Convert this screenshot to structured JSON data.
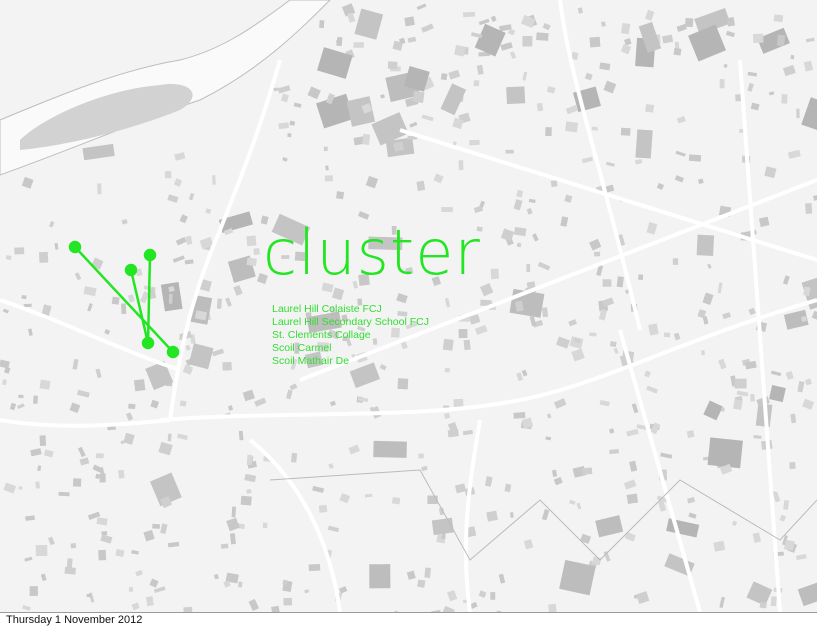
{
  "slide": {
    "title": "cluster",
    "schools": [
      "Laurel Hill Colaiste FCJ",
      "Laurel Hill Secondary School FCJ",
      "St. Clements Collage",
      "Scoil Carmel",
      "Scoil Mathair De"
    ],
    "footer_date": "Thursday 1 November 2012",
    "accent_color": "#22e622"
  }
}
